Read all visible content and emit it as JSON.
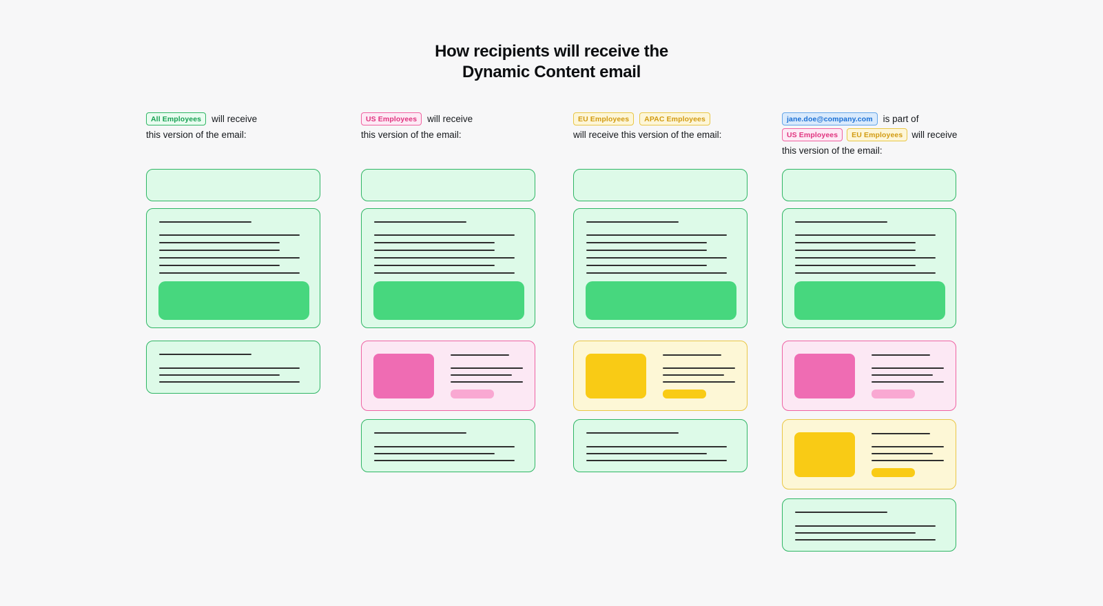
{
  "title": {
    "line1": "How recipients will receive the",
    "line2": "Dynamic Content email"
  },
  "columns": [
    {
      "header": {
        "line1_badges": [
          {
            "label": "All Employees",
            "color": "green"
          }
        ],
        "line1_text": "will receive",
        "line2_text": "this version of the email:"
      },
      "email_sections": [
        "green-header",
        "green-body-with-cta",
        "green-footer"
      ]
    },
    {
      "header": {
        "line1_badges": [
          {
            "label": "US Employees",
            "color": "pink"
          }
        ],
        "line1_text": "will receive",
        "line2_text": "this version of the email:"
      },
      "email_sections": [
        "green-header",
        "green-body-with-cta",
        "pink-feature",
        "green-footer"
      ]
    },
    {
      "header": {
        "line1_badges": [
          {
            "label": "EU Employees",
            "color": "yellow"
          },
          {
            "label": "APAC Employees",
            "color": "yellow"
          }
        ],
        "line1_text": "",
        "line2_text": "will receive this version of the email:"
      },
      "email_sections": [
        "green-header",
        "green-body-with-cta",
        "yellow-feature",
        "green-footer"
      ]
    },
    {
      "header": {
        "line1_badges": [
          {
            "label": "jane.doe@company.com",
            "color": "blue"
          }
        ],
        "line1_text": "is part of",
        "line2_badges": [
          {
            "label": "US Employees",
            "color": "pink"
          },
          {
            "label": "EU Employees",
            "color": "yellow"
          }
        ],
        "line2_text": "will receive",
        "line3_text": "this version of the email:"
      },
      "email_sections": [
        "green-header",
        "green-body-with-cta",
        "pink-feature",
        "yellow-feature",
        "green-footer"
      ]
    }
  ],
  "colors": {
    "page_background": "#f7f7f8",
    "green_border": "#2db563",
    "green_fill": "#ddfae8",
    "green_cta": "#47d77e",
    "green_badge_text": "#17a052",
    "pink_border": "#ee61a2",
    "pink_fill": "#fce8f4",
    "pink_image": "#ef6cb3",
    "pink_button": "#f9a8d2",
    "pink_badge_text": "#e0337f",
    "yellow_border": "#e9c644",
    "yellow_fill": "#fdf7d6",
    "yellow_solid": "#f9cb15",
    "yellow_badge_text": "#d29b12",
    "blue_border": "#62a4e8",
    "blue_fill": "#d9eafc",
    "blue_badge_text": "#1a6fd4",
    "placeholder_line": "#2e2e2e",
    "title_text": "#0c0e10"
  }
}
